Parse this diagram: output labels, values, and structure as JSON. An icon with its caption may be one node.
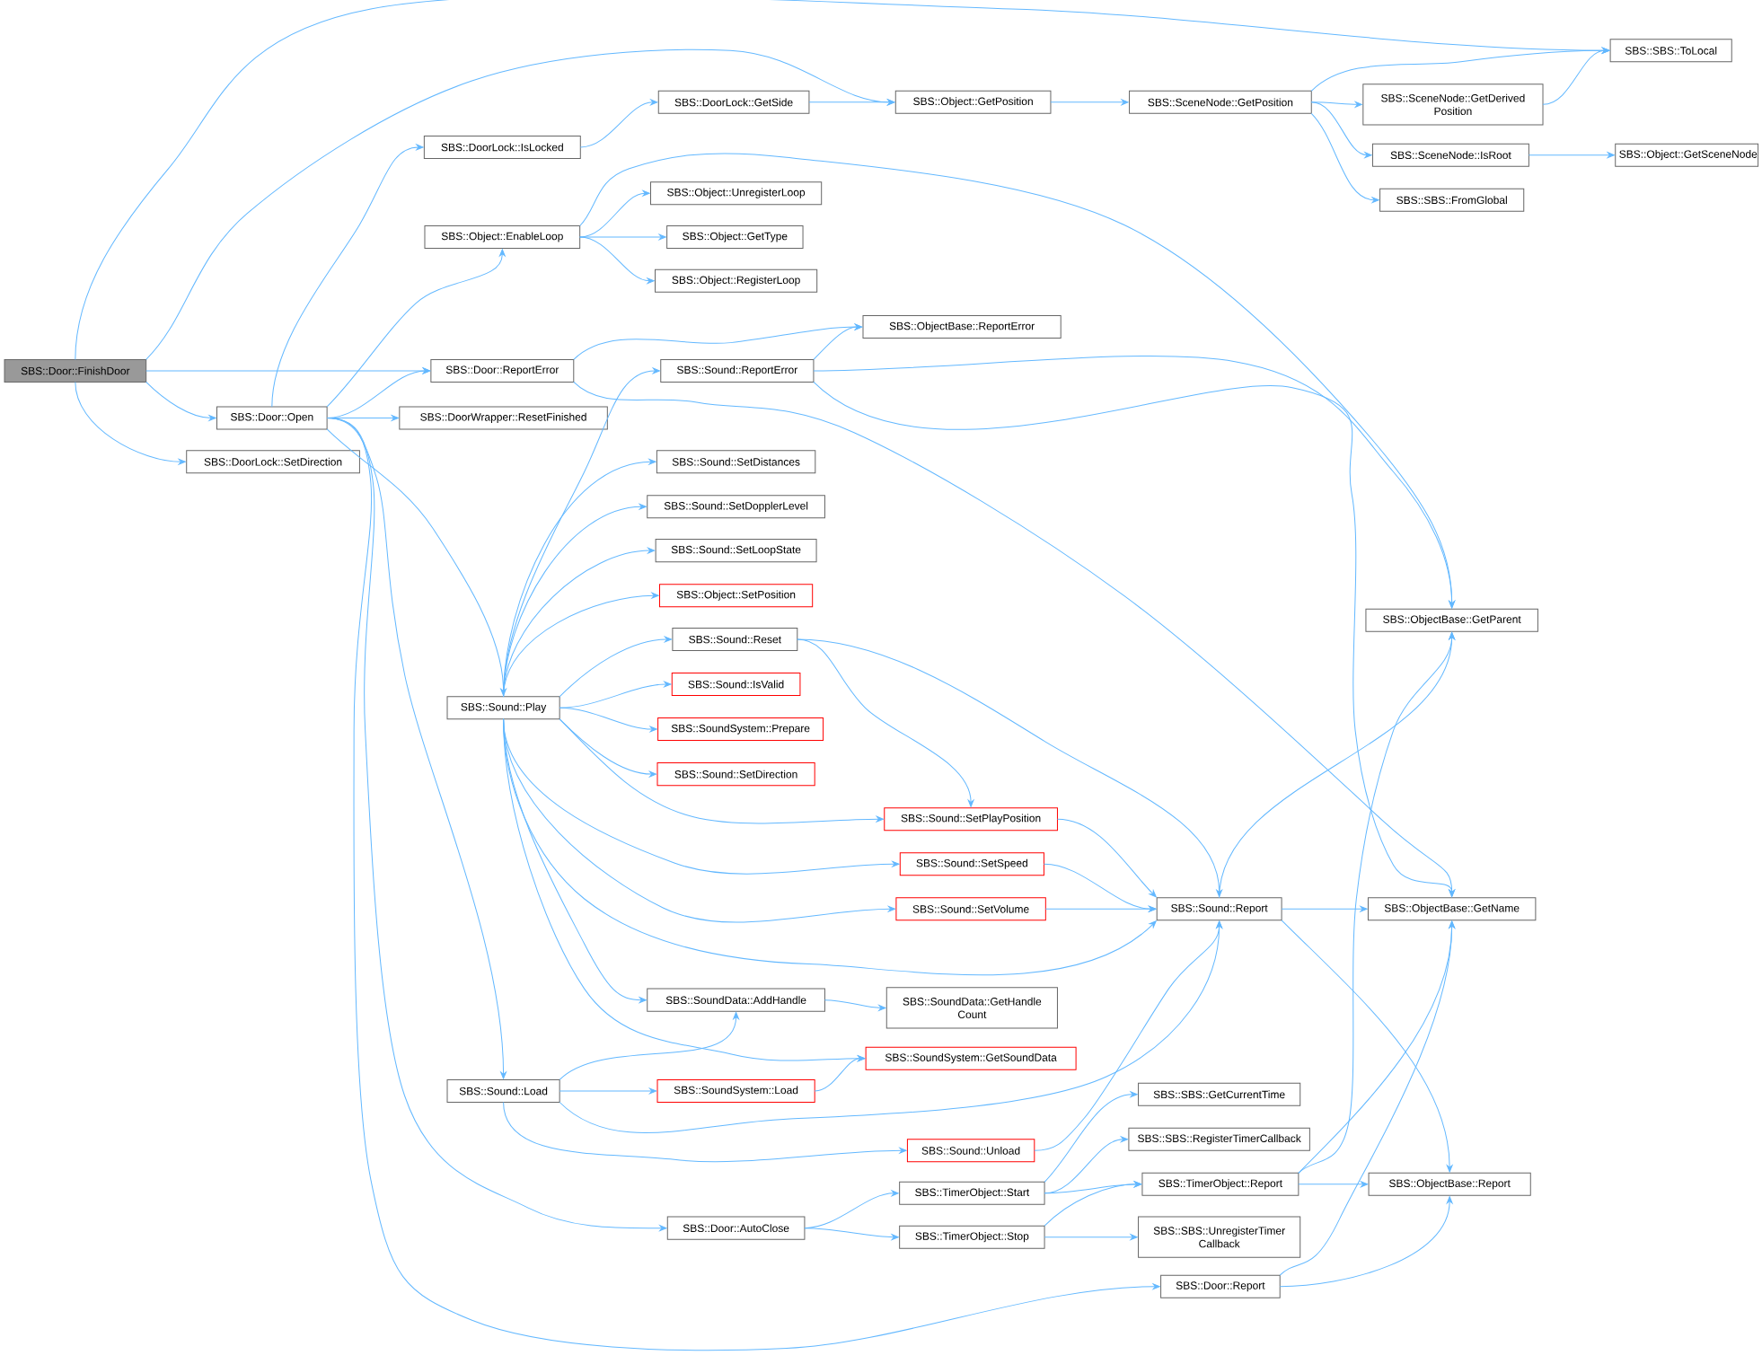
{
  "diagram": {
    "nodes": [
      {
        "text": [
          "SBS::Door::FinishDoor"
        ]
      },
      {
        "text": [
          "SBS::Door::Open"
        ]
      },
      {
        "text": [
          "SBS::DoorLock::SetDirection"
        ]
      },
      {
        "text": [
          "SBS::DoorLock::IsLocked"
        ]
      },
      {
        "text": [
          "SBS::Object::EnableLoop"
        ]
      },
      {
        "text": [
          "SBS::Door::ReportError"
        ]
      },
      {
        "text": [
          "SBS::Sound::Play"
        ]
      },
      {
        "text": [
          "SBS::Sound::Load"
        ]
      },
      {
        "text": [
          "SBS::DoorLock::GetSide"
        ]
      },
      {
        "text": [
          "SBS::Object::UnregisterLoop"
        ]
      },
      {
        "text": [
          "SBS::Object::GetType"
        ]
      },
      {
        "text": [
          "SBS::Object::RegisterLoop"
        ]
      },
      {
        "text": [
          "SBS::DoorWrapper::ResetFinished"
        ]
      },
      {
        "text": [
          "SBS::Object::GetPosition"
        ]
      },
      {
        "text": [
          "SBS::SceneNode::GetPosition"
        ]
      },
      {
        "text": [
          "SBS::SBS::ToLocal"
        ]
      },
      {
        "text": [
          "SBS::SceneNode::GetDerived Position"
        ]
      },
      {
        "text": [
          "SBS::SceneNode::IsRoot"
        ]
      },
      {
        "text": [
          "SBS::Object::GetSceneNode"
        ]
      },
      {
        "text": [
          "SBS::SBS::FromGlobal"
        ]
      },
      {
        "text": [
          "SBS::ObjectBase::ReportError"
        ]
      },
      {
        "text": [
          "SBS::Sound::ReportError"
        ]
      },
      {
        "text": [
          "SBS::Sound::SetDistances"
        ]
      },
      {
        "text": [
          "SBS::Sound::SetDopplerLevel"
        ]
      },
      {
        "text": [
          "SBS::Sound::SetLoopState"
        ]
      },
      {
        "text": [
          "SBS::Object::SetPosition"
        ]
      },
      {
        "text": [
          "SBS::Sound::Reset"
        ]
      },
      {
        "text": [
          "SBS::Sound::IsValid"
        ]
      },
      {
        "text": [
          "SBS::SoundSystem::Prepare"
        ]
      },
      {
        "text": [
          "SBS::Sound::SetDirection"
        ]
      },
      {
        "text": [
          "SBS::Sound::SetPlayPosition"
        ]
      },
      {
        "text": [
          "SBS::Sound::SetSpeed"
        ]
      },
      {
        "text": [
          "SBS::Sound::SetVolume"
        ]
      },
      {
        "text": [
          "SBS::SoundData::AddHandle"
        ]
      },
      {
        "text": [
          "SBS::SoundData::GetHandle Count"
        ]
      },
      {
        "text": [
          "SBS::SoundSystem::GetSoundData"
        ]
      },
      {
        "text": [
          "SBS::SoundSystem::Load"
        ]
      },
      {
        "text": [
          "SBS::Sound::Unload"
        ]
      },
      {
        "text": [
          "SBS::Sound::Report"
        ]
      },
      {
        "text": [
          "SBS::ObjectBase::GetParent"
        ]
      },
      {
        "text": [
          "SBS::ObjectBase::GetName"
        ]
      },
      {
        "text": [
          "SBS::ObjectBase::Report"
        ]
      },
      {
        "text": [
          "SBS::SBS::GetCurrentTime"
        ]
      },
      {
        "text": [
          "SBS::SBS::RegisterTimerCallback"
        ]
      },
      {
        "text": [
          "SBS::TimerObject::Start"
        ]
      },
      {
        "text": [
          "SBS::TimerObject::Report"
        ]
      },
      {
        "text": [
          "SBS::Door::AutoClose"
        ]
      },
      {
        "text": [
          "SBS::TimerObject::Stop"
        ]
      },
      {
        "text": [
          "SBS::SBS::UnregisterTimer Callback"
        ]
      },
      {
        "text": [
          "SBS::Door::Report"
        ]
      }
    ],
    "edges": [
      {
        "from": 0,
        "to": 15,
        "arrow": "to"
      },
      {
        "from": 0,
        "to": 13,
        "arrow": "to"
      },
      {
        "from": 0,
        "to": 5,
        "arrow": "to"
      },
      {
        "from": 0,
        "to": 1,
        "arrow": "to"
      },
      {
        "from": 0,
        "to": 2,
        "arrow": "to"
      },
      {
        "from": 1,
        "to": 3,
        "arrow": "to"
      },
      {
        "from": 1,
        "to": 4,
        "arrow": "to"
      },
      {
        "from": 1,
        "to": 5,
        "arrow": "to"
      },
      {
        "from": 1,
        "to": 12,
        "arrow": "to"
      },
      {
        "from": 1,
        "to": 6,
        "arrow": "to"
      },
      {
        "from": 1,
        "to": 7,
        "arrow": "to"
      },
      {
        "from": 1,
        "to": 46,
        "arrow": "to"
      },
      {
        "from": 1,
        "to": 49,
        "arrow": "to"
      },
      {
        "from": 3,
        "to": 8,
        "arrow": "to"
      },
      {
        "from": 8,
        "to": 13,
        "arrow": "to"
      },
      {
        "from": 13,
        "to": 14,
        "arrow": "to"
      },
      {
        "from": 14,
        "to": 15,
        "arrow": "to"
      },
      {
        "from": 14,
        "to": 16,
        "arrow": "to"
      },
      {
        "from": 14,
        "to": 17,
        "arrow": "to"
      },
      {
        "from": 14,
        "to": 19,
        "arrow": "to"
      },
      {
        "from": 16,
        "to": 15,
        "arrow": "to"
      },
      {
        "from": 17,
        "to": 18,
        "arrow": "to"
      },
      {
        "from": 4,
        "to": 39,
        "arrow": "to"
      },
      {
        "from": 4,
        "to": 9,
        "arrow": "to"
      },
      {
        "from": 4,
        "to": 10,
        "arrow": "to"
      },
      {
        "from": 4,
        "to": 11,
        "arrow": "to"
      },
      {
        "from": 5,
        "to": 20,
        "arrow": "to"
      },
      {
        "from": 5,
        "to": 40,
        "arrow": "to"
      },
      {
        "from": 21,
        "to": 20,
        "arrow": "to"
      },
      {
        "from": 21,
        "to": 39,
        "arrow": "to"
      },
      {
        "from": 21,
        "to": 40,
        "arrow": "to"
      },
      {
        "from": 6,
        "to": 21,
        "arrow": "to"
      },
      {
        "from": 6,
        "to": 22,
        "arrow": "to"
      },
      {
        "from": 6,
        "to": 23,
        "arrow": "to"
      },
      {
        "from": 6,
        "to": 24,
        "arrow": "to"
      },
      {
        "from": 6,
        "to": 25,
        "arrow": "to"
      },
      {
        "from": 6,
        "to": 26,
        "arrow": "to"
      },
      {
        "from": 6,
        "to": 27,
        "arrow": "to"
      },
      {
        "from": 6,
        "to": 28,
        "arrow": "to"
      },
      {
        "from": 6,
        "to": 29,
        "arrow": "to"
      },
      {
        "from": 6,
        "to": 30,
        "arrow": "to"
      },
      {
        "from": 6,
        "to": 31,
        "arrow": "to"
      },
      {
        "from": 6,
        "to": 32,
        "arrow": "to"
      },
      {
        "from": 6,
        "to": 38,
        "arrow": "to"
      },
      {
        "from": 6,
        "to": 33,
        "arrow": "to"
      },
      {
        "from": 6,
        "to": 35,
        "arrow": "to"
      },
      {
        "from": 26,
        "to": 30,
        "arrow": "to"
      },
      {
        "from": 26,
        "to": 38,
        "arrow": "to"
      },
      {
        "from": 30,
        "to": 38,
        "arrow": "to"
      },
      {
        "from": 31,
        "to": 38,
        "arrow": "to"
      },
      {
        "from": 32,
        "to": 38,
        "arrow": "to"
      },
      {
        "from": 33,
        "to": 34,
        "arrow": "to"
      },
      {
        "from": 7,
        "to": 33,
        "arrow": "to"
      },
      {
        "from": 7,
        "to": 36,
        "arrow": "to"
      },
      {
        "from": 7,
        "to": 38,
        "arrow": "to"
      },
      {
        "from": 7,
        "to": 37,
        "arrow": "to"
      },
      {
        "from": 36,
        "to": 35,
        "arrow": "to"
      },
      {
        "from": 37,
        "to": 38,
        "arrow": "to"
      },
      {
        "from": 38,
        "to": 39,
        "arrow": "to"
      },
      {
        "from": 38,
        "to": 40,
        "arrow": "to"
      },
      {
        "from": 38,
        "to": 41,
        "arrow": "to"
      },
      {
        "from": 44,
        "to": 42,
        "arrow": "to"
      },
      {
        "from": 44,
        "to": 43,
        "arrow": "to"
      },
      {
        "from": 44,
        "to": 45,
        "arrow": "to"
      },
      {
        "from": 45,
        "to": 41,
        "arrow": "to"
      },
      {
        "from": 45,
        "to": 39,
        "arrow": "to"
      },
      {
        "from": 45,
        "to": 40,
        "arrow": "to"
      },
      {
        "from": 46,
        "to": 44,
        "arrow": "to"
      },
      {
        "from": 46,
        "to": 47,
        "arrow": "to"
      },
      {
        "from": 47,
        "to": 45,
        "arrow": "to"
      },
      {
        "from": 47,
        "to": 48,
        "arrow": "to"
      },
      {
        "from": 49,
        "to": 41,
        "arrow": "to"
      },
      {
        "from": 49,
        "to": 40,
        "arrow": "to"
      }
    ]
  }
}
